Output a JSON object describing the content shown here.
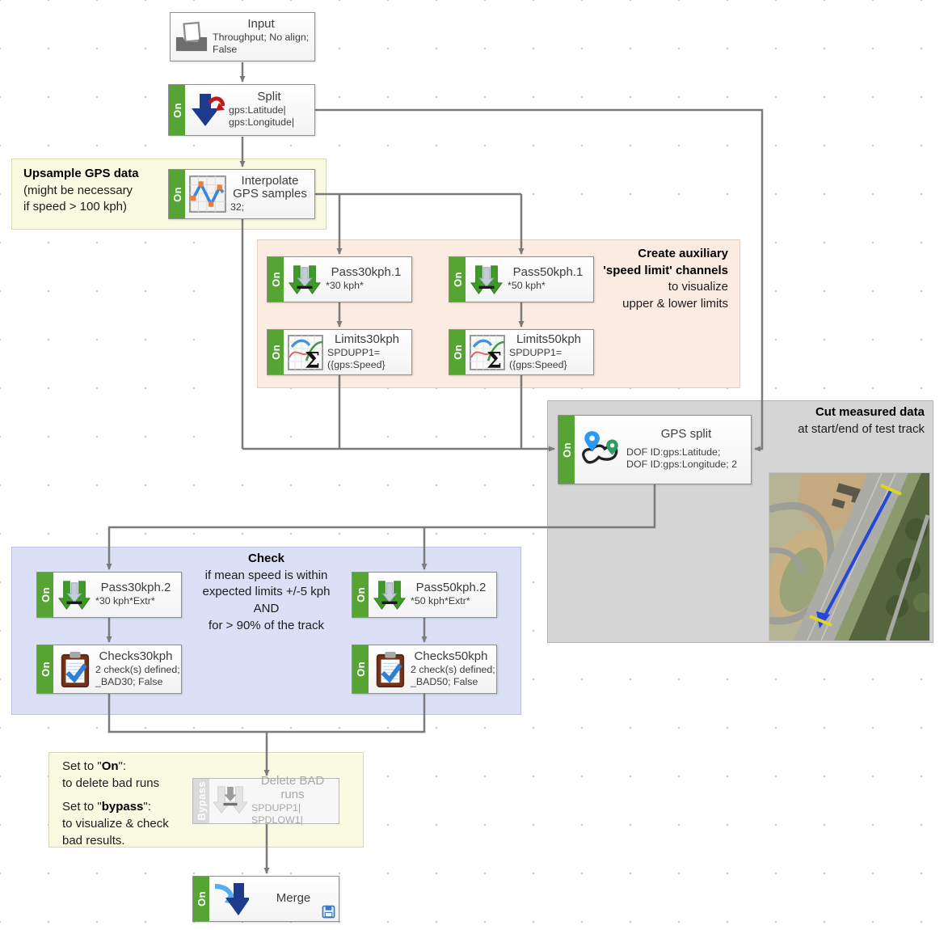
{
  "nodes": {
    "input": {
      "title": "Input",
      "sub1": "Throughput; No align;",
      "sub2": "False"
    },
    "split": {
      "state": "On",
      "title": "Split",
      "sub1": "gps:Latitude|",
      "sub2": "gps:Longitude|"
    },
    "interpolate": {
      "state": "On",
      "title": "Interpolate GPS samples",
      "sub1": "32;"
    },
    "pass30_1": {
      "state": "On",
      "title": "Pass30kph.1",
      "sub1": "*30 kph*"
    },
    "pass50_1": {
      "state": "On",
      "title": "Pass50kph.1",
      "sub1": "*50 kph*"
    },
    "limits30": {
      "state": "On",
      "title": "Limits30kph",
      "sub1": "SPDUPP1=",
      "sub2": "({gps:Speed}"
    },
    "limits50": {
      "state": "On",
      "title": "Limits50kph",
      "sub1": "SPDUPP1=",
      "sub2": "({gps:Speed}"
    },
    "gps_split": {
      "state": "On",
      "title": "GPS split",
      "sub1": "DOF ID:gps:Latitude;",
      "sub2": "DOF ID:gps:Longitude; 2"
    },
    "pass30_2": {
      "state": "On",
      "title": "Pass30kph.2",
      "sub1": "*30 kph*Extr*"
    },
    "pass50_2": {
      "state": "On",
      "title": "Pass50kph.2",
      "sub1": "*50 kph*Extr*"
    },
    "checks30": {
      "state": "On",
      "title": "Checks30kph",
      "sub1": "2 check(s) defined;",
      "sub2": "_BAD30; False"
    },
    "checks50": {
      "state": "On",
      "title": "Checks50kph",
      "sub1": "2 check(s) defined;",
      "sub2": "_BAD50; False"
    },
    "delete_bad": {
      "state": "Bypass",
      "title": "Delete BAD runs",
      "sub1": "SPDUPP1|",
      "sub2": "SPDLOW1|"
    },
    "merge": {
      "state": "On",
      "title": "Merge"
    }
  },
  "notes": {
    "upsample": {
      "title": "Upsample GPS data",
      "line1": "(might be necessary",
      "line2": "if speed > 100 kph)"
    },
    "aux": {
      "bold1": "Create auxiliary",
      "bold2": "'speed limit' channels",
      "line1": "to visualize",
      "line2": "upper & lower limits"
    },
    "cut": {
      "title": "Cut measured data",
      "line1": "at start/end of test track"
    },
    "check": {
      "title": "Check",
      "line1": "if mean speed is within",
      "line2": "expected limits +/-5 kph",
      "line3": "AND",
      "line4": "for > 90% of the track"
    },
    "bypass": {
      "l1_pre": "Set to \"",
      "l1_bold": "On",
      "l1_post": "\":",
      "l2": "to delete bad runs",
      "l3_pre": "Set to \"",
      "l3_bold": "bypass",
      "l3_post": "\":",
      "l4": "to visualize & check",
      "l5": "bad results."
    }
  },
  "glyphs": {
    "sigma": "Σ"
  },
  "colors": {
    "state_on_green": "#56a433",
    "state_bypass_gray": "#dadada",
    "wire_gray": "#7b7b7b",
    "note_yellow": "#fafae3",
    "note_peach": "#fcebe0",
    "note_gray": "#d5d5d5",
    "note_lavender": "#dbe0f6",
    "track_line_blue": "#2447d8",
    "track_marker_yellow": "#ded61f"
  }
}
